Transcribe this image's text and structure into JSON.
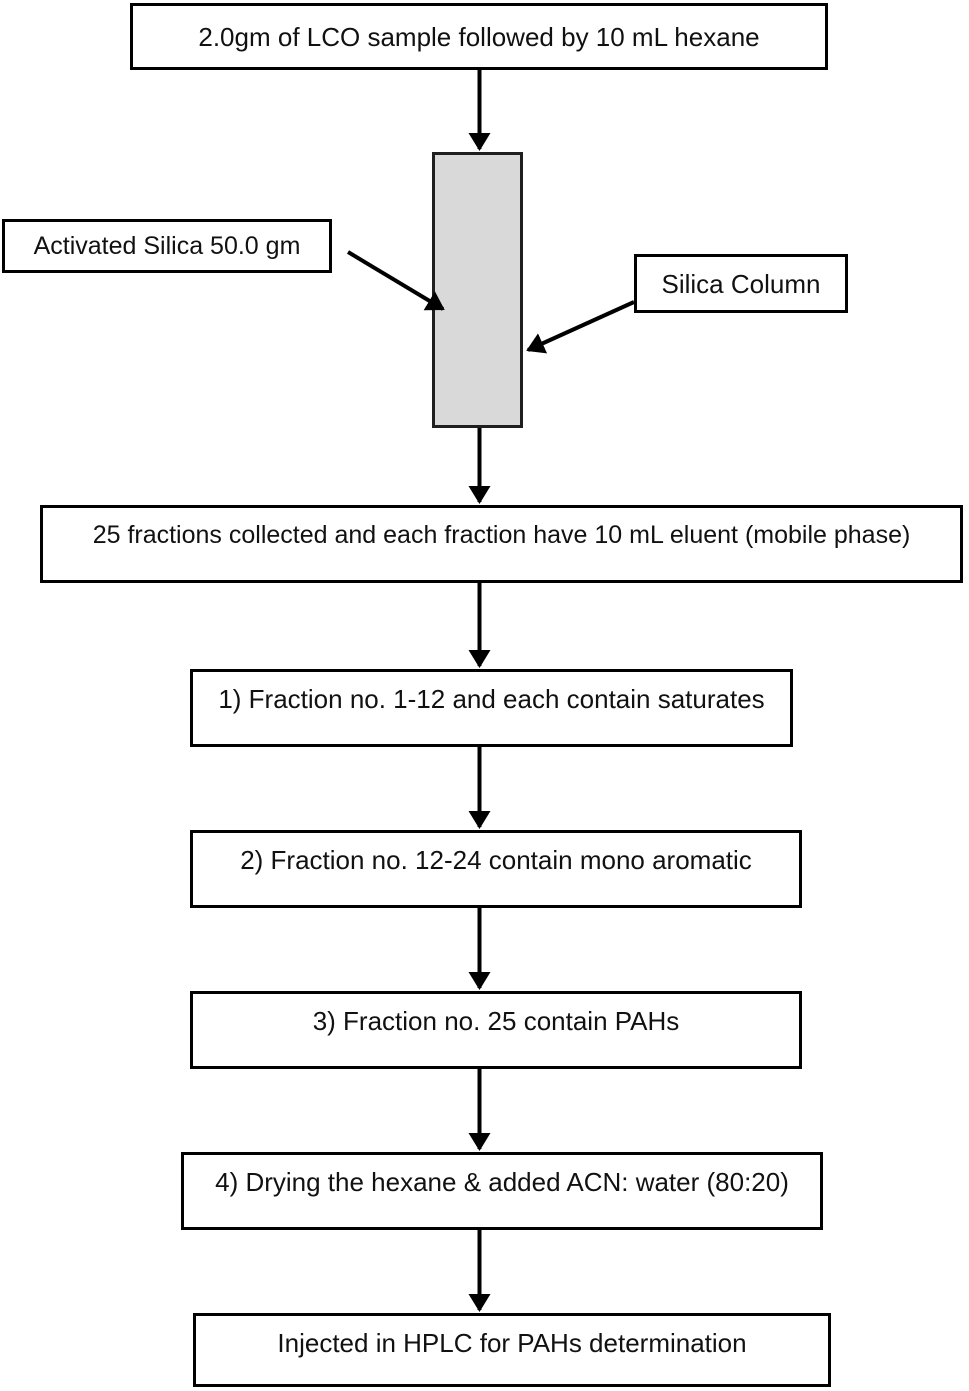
{
  "colors": {
    "background": "#ffffff",
    "box_border": "#000000",
    "column_fill": "#d9d9d9",
    "arrow": "#000000",
    "text": "#111111"
  },
  "flowchart": {
    "nodes": {
      "sample": "2.0gm of LCO sample followed by 10 mL hexane",
      "activated_silica": "Activated Silica 50.0 gm",
      "silica_column_label": "Silica Column",
      "fractions": "25 fractions collected and each fraction have 10 mL eluent (mobile phase)",
      "step1": "1) Fraction no. 1-12 and each contain saturates",
      "step2": "2) Fraction no. 12-24 contain mono aromatic",
      "step3": "3) Fraction no. 25 contain PAHs",
      "step4": "4) Drying the hexane & added ACN: water (80:20)",
      "final": "Injected in HPLC for PAHs determination"
    }
  }
}
